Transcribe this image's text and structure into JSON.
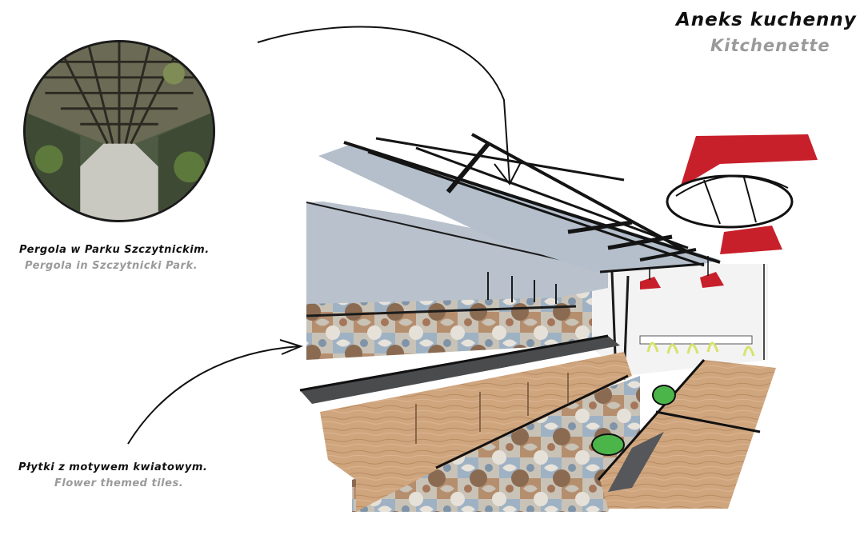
{
  "title": {
    "pl": "Aneks kuchenny",
    "en": "Kitchenette"
  },
  "captions": {
    "pergola": {
      "pl": "Pergola w Parku Szczytnickim.",
      "en": "Pergola in Szczytnicki Park."
    },
    "tiles": {
      "pl": "Płytki z motywem kwiatowym.",
      "en": "Flower themed tiles."
    }
  },
  "colors": {
    "roof": "#b4bfcb",
    "wood": "#cfa57e",
    "counter": "#4a4b4d",
    "lamp": "#c8202b",
    "plant": "#4bb54a",
    "chair": "#d6e36a",
    "caption_grey": "#9a9a9a"
  },
  "icons": {
    "arrows": [
      "curved-arrow-icon",
      "curved-arrow-icon"
    ]
  }
}
